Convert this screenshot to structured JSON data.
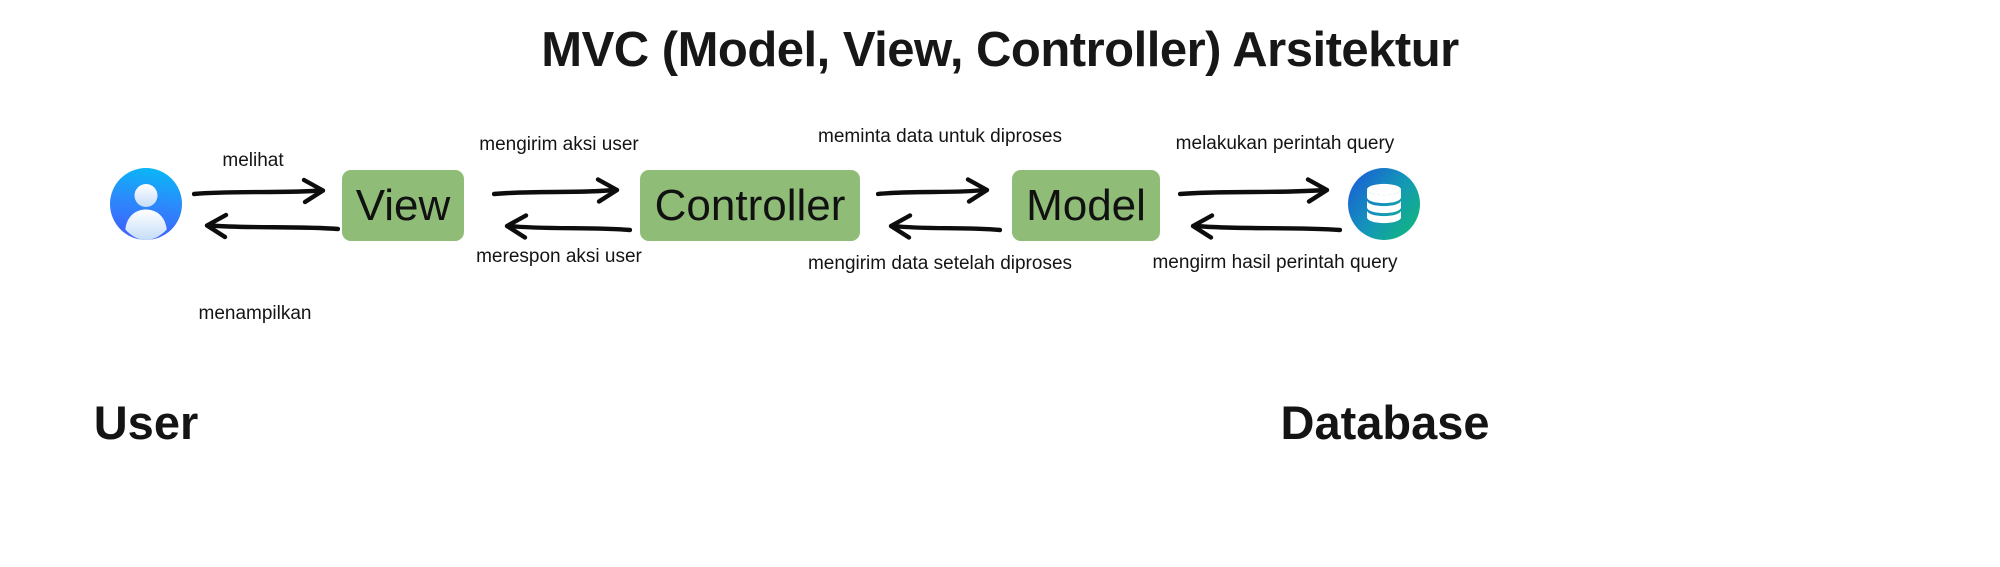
{
  "diagram": {
    "title": "MVC (Model, View, Controller) Arsitektur",
    "background_color": "#ffffff",
    "node_color": "#8fbc77",
    "text_color": "#141414"
  },
  "nodes": [
    {
      "id": "user",
      "label": "User",
      "type": "actor-icon",
      "icon": "user-avatar-icon",
      "gradient_from": "#10b5f5",
      "gradient_to": "#3b5bfd"
    },
    {
      "id": "view",
      "label": "View",
      "type": "box"
    },
    {
      "id": "controller",
      "label": "Controller",
      "type": "box"
    },
    {
      "id": "model",
      "label": "Model",
      "type": "box"
    },
    {
      "id": "database",
      "label": "Database",
      "type": "store-icon",
      "icon": "database-cylinder-icon",
      "gradient_from": "#1560d8",
      "gradient_to": "#12b37e"
    }
  ],
  "edges": [
    {
      "from": "user",
      "to": "view",
      "direction": "forward",
      "label": "melihat"
    },
    {
      "from": "view",
      "to": "user",
      "direction": "backward",
      "label": "menampilkan"
    },
    {
      "from": "view",
      "to": "controller",
      "direction": "forward",
      "label": "mengirim aksi user"
    },
    {
      "from": "controller",
      "to": "view",
      "direction": "backward",
      "label": "merespon aksi user"
    },
    {
      "from": "controller",
      "to": "model",
      "direction": "forward",
      "label": "meminta data untuk diproses"
    },
    {
      "from": "model",
      "to": "controller",
      "direction": "backward",
      "label": "mengirim data setelah diproses"
    },
    {
      "from": "model",
      "to": "database",
      "direction": "forward",
      "label": "melakukan perintah query"
    },
    {
      "from": "database",
      "to": "model",
      "direction": "backward",
      "label": "mengirm hasil perintah query"
    }
  ]
}
